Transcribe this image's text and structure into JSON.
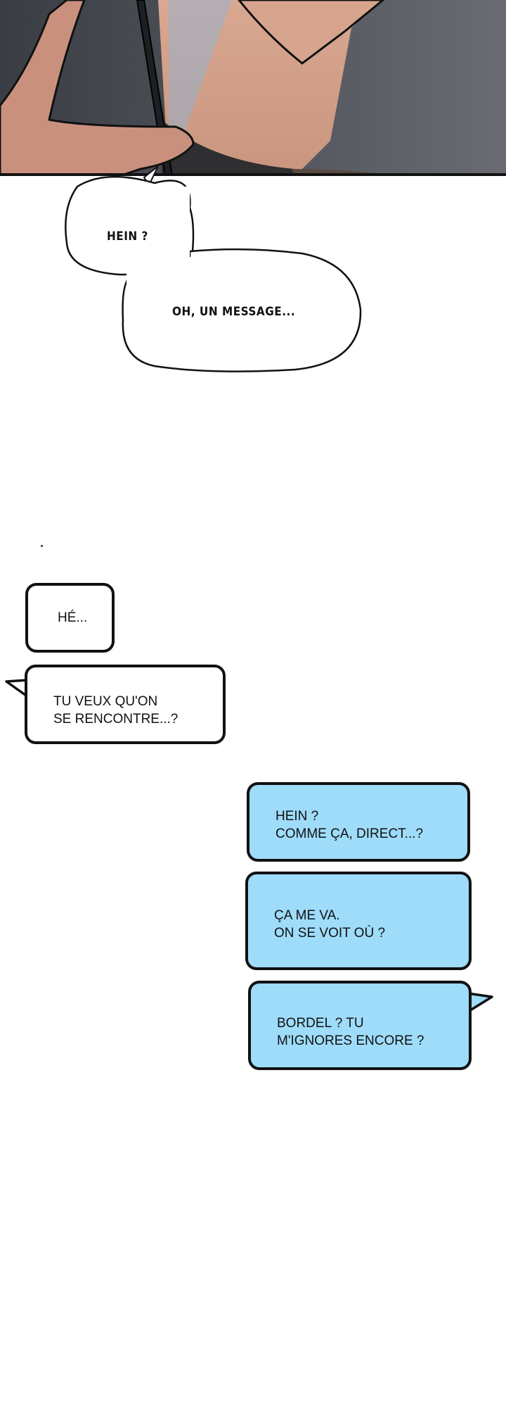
{
  "panel": {
    "description_icon": "comic-panel-image"
  },
  "speech_bubbles": [
    {
      "text": "HEIN ?"
    },
    {
      "text": "OH, UN MESSAGE..."
    }
  ],
  "messages": {
    "received": [
      {
        "text": "HÉ..."
      },
      {
        "text": "TU VEUX QU'ON\nSE RENCONTRE...?"
      }
    ],
    "sent": [
      {
        "text": "HEIN ?\nCOMME ÇA, DIRECT...?"
      },
      {
        "text": "ÇA ME VA.\nON SE VOIT OÙ ?"
      },
      {
        "text": "BORDEL ? TU\nM'IGNORES ENCORE ?"
      }
    ]
  },
  "colors": {
    "sent_bubble": "#9edcfa",
    "received_bubble": "#ffffff",
    "border": "#111111"
  }
}
